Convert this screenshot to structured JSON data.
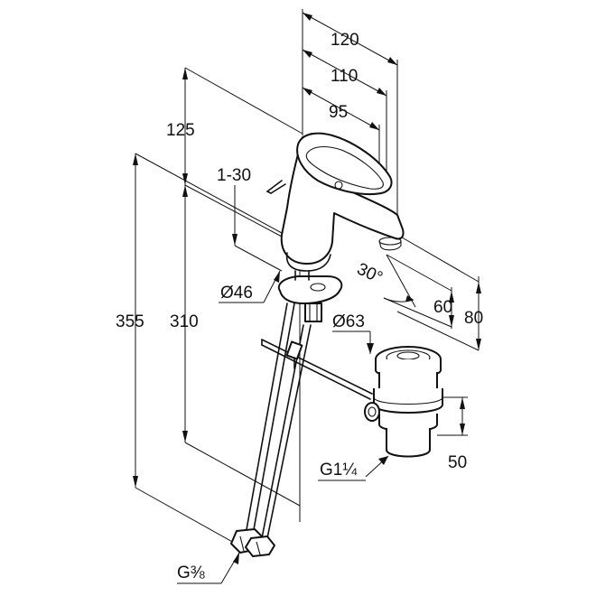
{
  "dimensions": {
    "d120": "120",
    "d110": "110",
    "d95": "95",
    "d125": "125",
    "d1_30": "1-30",
    "d30deg": "30°",
    "d46": "Ø46",
    "d63": "Ø63",
    "d60": "60",
    "d80": "80",
    "d355": "355",
    "d310": "310",
    "d50": "50",
    "g114": "G1¼",
    "g38": "G⅜"
  }
}
